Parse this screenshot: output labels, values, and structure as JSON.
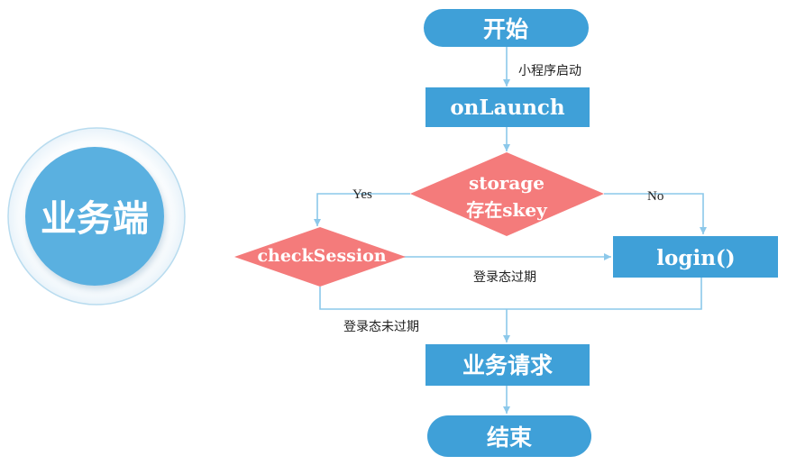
{
  "diagram": {
    "side_badge": {
      "label": "业务端"
    },
    "nodes": {
      "start": {
        "label": "开始"
      },
      "on_launch": {
        "label": "onLaunch"
      },
      "storage_check": {
        "line1": "storage",
        "line2": "存在skey"
      },
      "check_session": {
        "label": "checkSession"
      },
      "login": {
        "label": "login()"
      },
      "business_request": {
        "label": "业务请求"
      },
      "end": {
        "label": "结束"
      }
    },
    "edges": {
      "start_to_launch": {
        "label": "小程序启动"
      },
      "storage_yes": {
        "label": "Yes"
      },
      "storage_no": {
        "label": "No"
      },
      "session_expired": {
        "label": "登录态过期"
      },
      "session_valid": {
        "label": "登录态未过期"
      }
    }
  },
  "colors": {
    "blue_node": "#3fa0d8",
    "blue_badge": "#5ab0e0",
    "red_diamond": "#f47b7b",
    "connector": "#8cc8ea",
    "ring": "#b9dcef"
  }
}
